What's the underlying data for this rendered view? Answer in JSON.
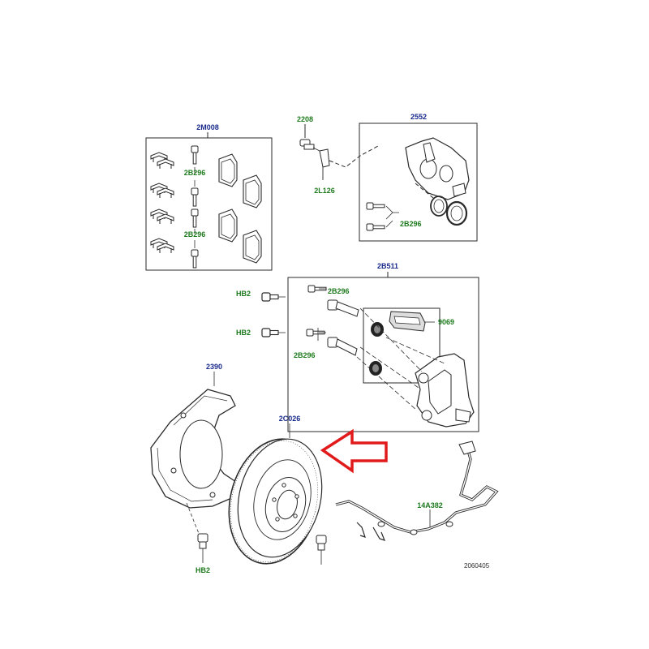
{
  "colors": {
    "label_blue": "#1a2a8c",
    "label_green": "#1d7a1d",
    "line": "#2a2a2a",
    "arrow": "#e11b1b"
  },
  "labels": {
    "pad_kit": "2M008",
    "pad_kit_bolt_1": "2B296",
    "pad_kit_bolt_2": "2B296",
    "bleed_screw": "2208",
    "bleed_cap": "2L126",
    "caliper": "2552",
    "caliper_bolts": "2B296",
    "carrier": "2B511",
    "carrier_bolt_1": "2B296",
    "carrier_bolt_2": "2B296",
    "hb_bolt_1": "HB2",
    "hb_bolt_2": "HB2",
    "slide_pin_kit": "9069",
    "shield": "2390",
    "disc": "2C026",
    "sensor": "14A382",
    "shield_bolt": "HB2"
  },
  "reference_number": "2060405",
  "icons": [
    "brake-pad-icon",
    "pad-clip-icon",
    "bolt-icon",
    "caliper-icon",
    "seal-ring-icon",
    "carrier-bracket-icon",
    "dust-shield-icon",
    "brake-disc-icon",
    "wear-sensor-icon",
    "red-arrow-icon"
  ]
}
